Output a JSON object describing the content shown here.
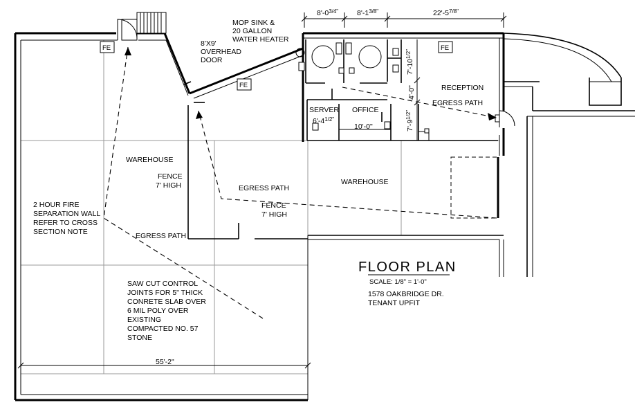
{
  "dimensions": {
    "d1": "8'-0",
    "d1_frac": "3/4\"",
    "d2": "8'-1",
    "d2_frac": "3/8\"",
    "d3": "22'-5",
    "d3_frac": "7/8\"",
    "overall": "55'-2\"",
    "server_w": "6'-4",
    "server_w_frac": "1/2\"",
    "office_w": "10'-0\"",
    "v1": "7'-10",
    "v1_frac": "1/2\"",
    "v2": "4'-0\"",
    "v3": "7'-9",
    "v3_frac": "1/2\""
  },
  "rooms": {
    "server": "SERVER",
    "office": "OFFICE",
    "reception": "RECEPTION",
    "warehouse_left": "WAREHOUSE",
    "warehouse_right": "WAREHOUSE"
  },
  "notes": {
    "mop_lines": [
      "MOP SINK &",
      "20 GALLON",
      "WATER HEATER"
    ],
    "door_lines": [
      "8'X9'",
      "OVERHEAD",
      "DOOR"
    ],
    "fence_left": [
      "FENCE",
      "7' HIGH"
    ],
    "fence_right": [
      "FENCE",
      "7' HIGH"
    ],
    "fire_wall": [
      "2 HOUR FIRE",
      "SEPARATION WALL",
      "REFER TO CROSS",
      "SECTION NOTE"
    ],
    "slab": [
      "SAW CUT CONTROL",
      "JOINTS FOR 5\" THICK",
      "CONRETE SLAB OVER",
      "6 MIL POLY OVER",
      "EXISTING",
      "COMPACTED NO. 57",
      "STONE"
    ],
    "egress_reception": "EGRESS PATH",
    "egress_center": "EGRESS PATH",
    "egress_left": "EGRESS PATH"
  },
  "extinguisher_label": "FE",
  "title_block": {
    "title": "FLOOR  PLAN",
    "scale": "SCALE: 1/8\" = 1'-0\"",
    "address": "1578 OAKBRIDGE DR.",
    "project": "TENANT UPFIT"
  }
}
